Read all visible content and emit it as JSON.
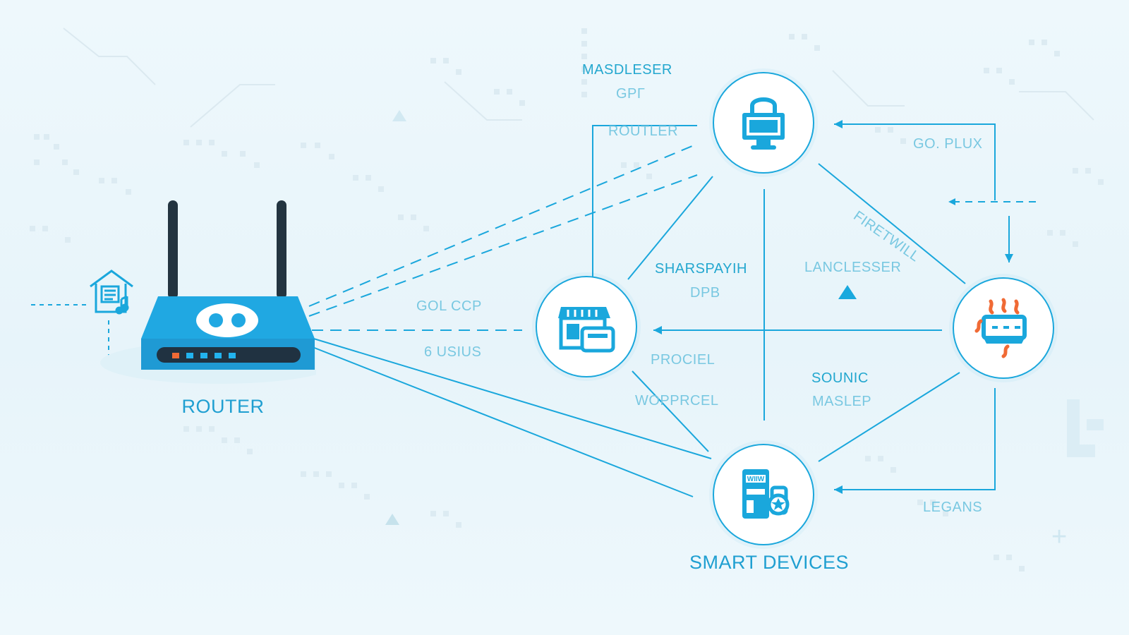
{
  "diagram": {
    "router_caption": "ROUTER",
    "smart_devices_caption": "SMART DEVICES"
  },
  "labels": {
    "top_left_1": "MASDLESER",
    "top_left_2": "GPГ",
    "top_left_3": "ROUTLER",
    "mid_left_1": "GOL CCP",
    "mid_left_2": "6 USIUS",
    "mid_center_1": "SHARSPAYIH",
    "mid_center_2": "DPB",
    "mid_right_1": "LANCLESSER",
    "top_right_1": "GO. PLUX",
    "diagonal": "FIRETWILL",
    "lower_center_1": "PROCIEL",
    "lower_center_2": "WOPPRCEL",
    "lower_right_1": "SOUNIC",
    "lower_right_2": "MASLEP",
    "bottom_right": "LEGANS"
  },
  "device_texts": {
    "smart_panel": "WIIW"
  },
  "icons": {
    "house": "house-music-icon",
    "router": "router-icon",
    "lock_monitor": "lock-monitor-icon",
    "storefront": "storefront-device-icon",
    "firewall": "firewall-heat-icon",
    "smart_device": "smart-panel-icon"
  },
  "colors": {
    "accent": "#1aa7dc",
    "dark": "#233440",
    "orange": "#f06a35",
    "background": "#eaf6fb"
  }
}
